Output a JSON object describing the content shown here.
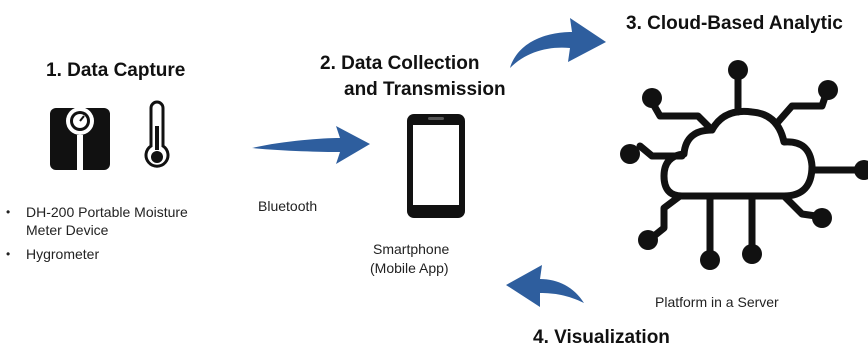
{
  "steps": {
    "capture": {
      "title": "1. Data Capture",
      "devices": [
        "DH-200 Portable Moisture Meter Device",
        "Hygrometer"
      ],
      "icons": [
        "weighing-scale-icon",
        "thermometer-icon"
      ]
    },
    "collection": {
      "title_line1": "2. Data Collection",
      "title_line2": "and Transmission",
      "link_label": "Bluetooth",
      "device_line1": "Smartphone",
      "device_line2": "(Mobile App)",
      "icon": "smartphone-icon"
    },
    "analytics": {
      "title": "3. Cloud-Based Analytic",
      "caption": "Platform in a Server",
      "icon": "cloud-network-icon"
    },
    "visualization": {
      "title": "4. Visualization"
    }
  },
  "colors": {
    "arrow": "#2e5e9e",
    "icon": "#111111"
  }
}
